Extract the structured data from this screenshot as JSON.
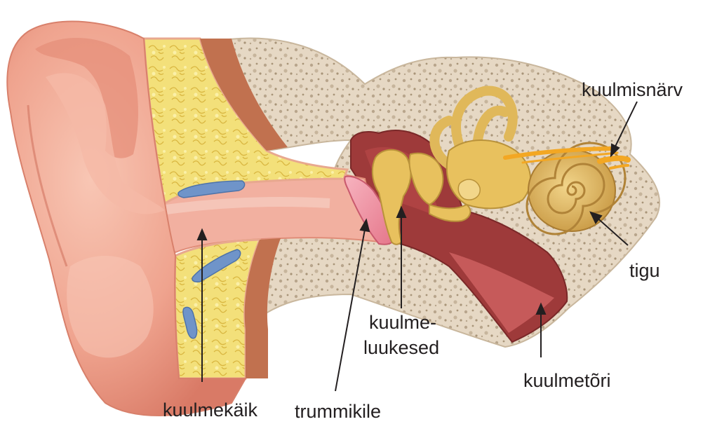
{
  "labels": {
    "nerve": "kuulmisnärv",
    "cochlea": "tigu",
    "ossicles_line1": "kuulme-",
    "ossicles_line2": "luukesed",
    "eustachian": "kuulmetõri",
    "canal": "kuulmekäik",
    "eardrum": "trummikile"
  },
  "colors": {
    "skin": "#efa38e",
    "skin_light": "#f8c6b4",
    "skin_dark": "#d97a66",
    "fat": "#f3e07a",
    "bone": "#e6d8c4",
    "bone_dot": "#b8a58c",
    "cavity": "#9e3a3a",
    "cavity_light": "#c65a5a",
    "ossicle": "#e8c15e",
    "cochlea": "#dcb15a",
    "eardrum": "#f08fa0",
    "vessel": "#6f94c9",
    "line": "#231f20"
  }
}
